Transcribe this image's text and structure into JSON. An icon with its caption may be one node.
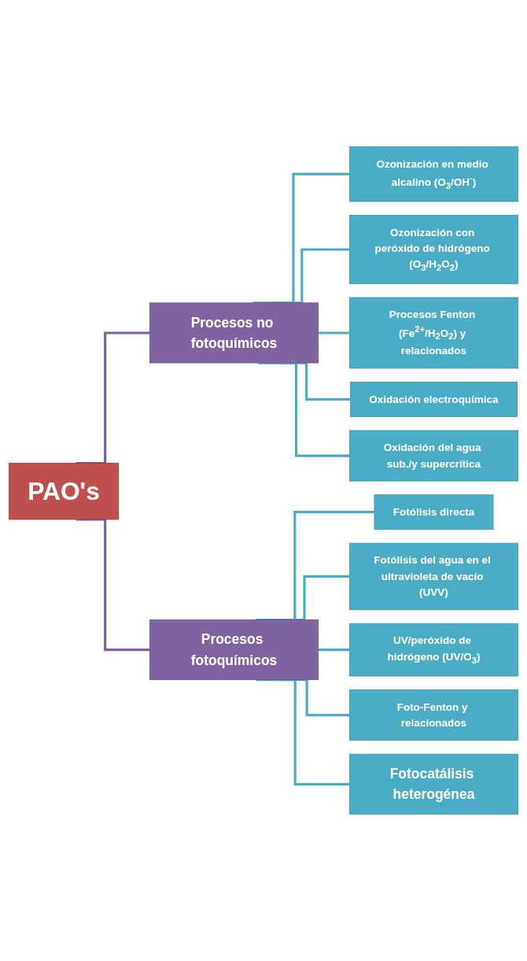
{
  "diagram": {
    "nodes": [
      {
        "text": [
          "PAO's"
        ]
      },
      {
        "text": [
          "Procesos no fotoquímicos"
        ]
      },
      {
        "text": [
          "Procesos fotoquímicos"
        ]
      },
      {
        "text": [
          "Ozonización en medio alcalino (O$_{3}$/OH$^{·}$)"
        ]
      },
      {
        "text": [
          "Ozonización con peróxido de hidrógeno (O$_{3}$/H$_{2}$O$_{2}$)"
        ]
      },
      {
        "text": [
          "Procesos Fenton (Fe$^{2+}$/H$_{2}$O$_{2}$) y relacionados"
        ]
      },
      {
        "text": [
          "Oxidación electroquímica"
        ]
      },
      {
        "text": [
          "Oxidación del agua sub./y supercrítica"
        ]
      },
      {
        "text": [
          "Fotólisis directa"
        ]
      },
      {
        "text": [
          "Fotólisis del agua en el ultravioleta de vacío (UVV)"
        ]
      },
      {
        "text": [
          "UV/peróxido de hidrógeno (UV/O$_{3}$)"
        ]
      },
      {
        "text": [
          "Foto-Fenton y relacionados"
        ]
      },
      {
        "text": [
          "Fotocatálisis heterogénea"
        ]
      }
    ],
    "edges": [
      {
        "from": 0,
        "to": 1,
        "arrow": "none",
        "color": "#7f5fa0"
      },
      {
        "from": 0,
        "to": 2,
        "arrow": "none",
        "color": "#7f5fa0"
      },
      {
        "from": 1,
        "to": 3,
        "arrow": "none"
      },
      {
        "from": 1,
        "to": 4,
        "arrow": "none"
      },
      {
        "from": 1,
        "to": 5,
        "arrow": "none"
      },
      {
        "from": 1,
        "to": 6,
        "arrow": "none"
      },
      {
        "from": 1,
        "to": 7,
        "arrow": "none"
      },
      {
        "from": 2,
        "to": 8,
        "arrow": "none"
      },
      {
        "from": 2,
        "to": 9,
        "arrow": "none"
      },
      {
        "from": 2,
        "to": 10,
        "arrow": "none"
      },
      {
        "from": 2,
        "to": 11,
        "arrow": "none"
      },
      {
        "from": 2,
        "to": 12,
        "arrow": "none"
      }
    ]
  }
}
